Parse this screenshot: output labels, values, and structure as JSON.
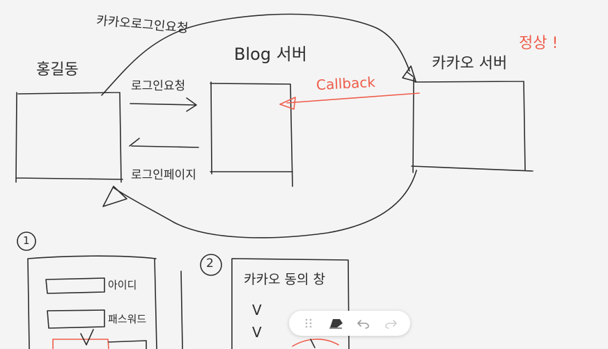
{
  "labels": {
    "hong_gildong": "홍길동",
    "kakao_login_request": "카카오로그인요청",
    "blog_server": "Blog 서버",
    "kakao_server": "카카오 서버",
    "callback": "Callback",
    "normal": "정상 !",
    "login_request": "로그인요청",
    "login_page": "로그인페이지"
  },
  "step1": {
    "number": "1",
    "id_label": "아이디",
    "password_label": "패스워드"
  },
  "step2": {
    "number": "2",
    "title": "카카오 동의 창",
    "check1": "V",
    "check2": "V"
  },
  "toolbar": {
    "drag_icon": "drag-handle-icon",
    "eraser_icon": "eraser-icon",
    "undo_icon": "undo-icon",
    "redo_icon": "redo-icon"
  },
  "colors": {
    "ink": "#2c2c2c",
    "red_ink": "#ef5c4a",
    "background": "#f4f4f4"
  }
}
